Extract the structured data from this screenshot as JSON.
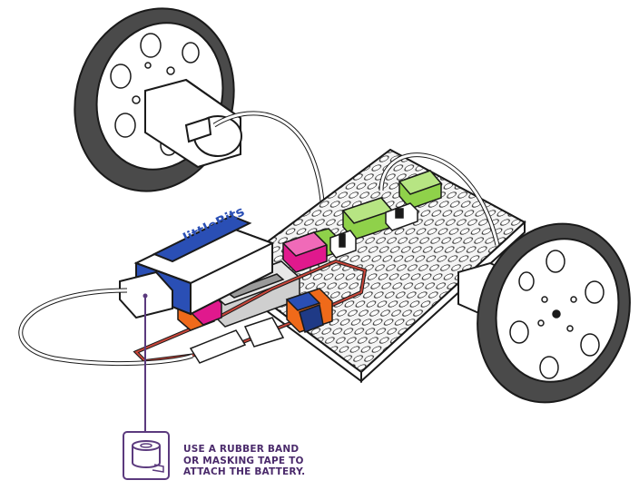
{
  "battery": {
    "brand": "littleBits"
  },
  "callout": {
    "lines": [
      "USE A RUBBER BAND",
      "OR MASKING TAPE TO",
      "ATTACH THE BATTERY."
    ]
  },
  "colors": {
    "outline": "#1a1a1a",
    "tire": "#4a4a4a",
    "purple": "#5b3a7e",
    "magenta": "#e0198d",
    "green": "#8fd14a",
    "orange": "#ef6a1a",
    "blue": "#2a4fb5",
    "red_wire": "#c9463a",
    "grey": "#cfcfcf"
  },
  "icons": [
    "tape-roll-icon"
  ]
}
